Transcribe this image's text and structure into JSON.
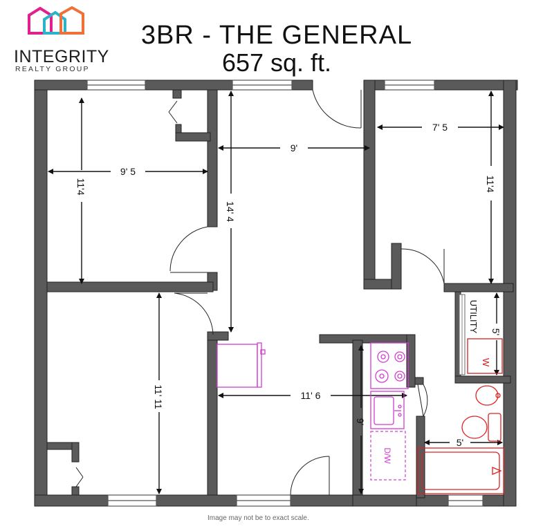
{
  "title": "3BR - THE GENERAL",
  "area": "657 sq. ft.",
  "brand": {
    "name": "INTEGRITY",
    "sub": "REALTY GROUP",
    "colors": [
      "#e0208c",
      "#2bb4c8",
      "#f0703a"
    ]
  },
  "dimensions": {
    "bedroom1_width": "9' 5",
    "bedroom1_depth": "11'4",
    "hall_width": "9'",
    "hall_depth": "14' 4",
    "bedroom2_width": "7' 5",
    "bedroom2_depth": "11'4",
    "bedroom3_depth": "11' 11",
    "living_width": "11' 6",
    "kitchen_depth": "9'",
    "utility_depth": "5'",
    "bath_width": "5'"
  },
  "labels": {
    "utility": "UTILITY",
    "washer": "W",
    "dishwasher": "D/W"
  },
  "footnote": "Image may not be to exact scale.",
  "colors": {
    "wall": "#5a5a5a",
    "kitchen": "#d23cd2",
    "bath": "#e02020"
  }
}
